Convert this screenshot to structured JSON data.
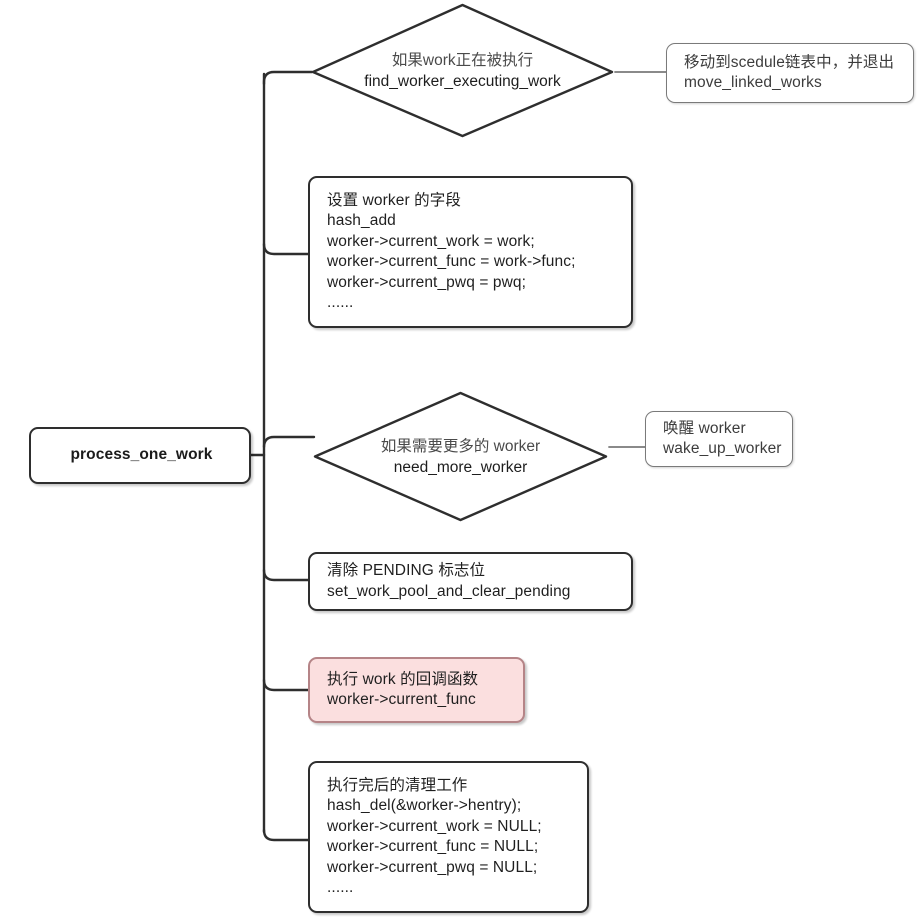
{
  "diagram": {
    "title": "process_one_work",
    "colors": {
      "node_border": "#2e2e2e",
      "node_fill": "#ffffff",
      "callout_border": "#7a7a7a",
      "highlight_fill": "#fbdfdf",
      "highlight_border": "#b58487",
      "wire": "#2e2e2e",
      "wire_thin": "#7a7a7a",
      "chinese_text": "#4a4a4a",
      "code_text": "#1d1d1d"
    }
  },
  "root": {
    "label": "process_one_work"
  },
  "branches": [
    {
      "id": "find-worker-executing-work",
      "shape": "diamond",
      "lines": [
        {
          "text": "如果work正在被执行",
          "kind": "cn"
        },
        {
          "text": "find_worker_executing_work",
          "kind": "code"
        }
      ],
      "callout": {
        "id": "move-linked-works",
        "lines": [
          {
            "text": "移动到scedule链表中，并退出",
            "kind": "cn"
          },
          {
            "text": "move_linked_works",
            "kind": "code"
          }
        ]
      }
    },
    {
      "id": "set-worker-fields",
      "shape": "box",
      "lines": [
        {
          "text": "设置 worker 的字段",
          "kind": "cn"
        },
        {
          "text": "hash_add",
          "kind": "code"
        },
        {
          "text": "worker->current_work = work;",
          "kind": "code"
        },
        {
          "text": "worker->current_func = work->func;",
          "kind": "code"
        },
        {
          "text": "worker->current_pwq = pwq;",
          "kind": "code"
        },
        {
          "text": "......",
          "kind": "dots"
        }
      ]
    },
    {
      "id": "need-more-worker",
      "shape": "diamond",
      "lines": [
        {
          "text": "如果需要更多的 worker",
          "kind": "cn"
        },
        {
          "text": "need_more_worker",
          "kind": "code"
        }
      ],
      "callout": {
        "id": "wake-up-worker",
        "lines": [
          {
            "text": "唤醒 worker",
            "kind": "cn"
          },
          {
            "text": "wake_up_worker",
            "kind": "code"
          }
        ]
      }
    },
    {
      "id": "clear-pending",
      "shape": "box",
      "lines": [
        {
          "text": "清除 PENDING 标志位",
          "kind": "cn"
        },
        {
          "text": "set_work_pool_and_clear_pending",
          "kind": "code"
        }
      ]
    },
    {
      "id": "run-callback",
      "shape": "box",
      "highlighted": true,
      "lines": [
        {
          "text": "执行 work 的回调函数",
          "kind": "cn"
        },
        {
          "text": "worker->current_func",
          "kind": "code"
        }
      ]
    },
    {
      "id": "cleanup",
      "shape": "box",
      "lines": [
        {
          "text": "执行完后的清理工作",
          "kind": "cn"
        },
        {
          "text": "hash_del(&worker->hentry);",
          "kind": "code"
        },
        {
          "text": "worker->current_work = NULL;",
          "kind": "code"
        },
        {
          "text": "worker->current_func = NULL;",
          "kind": "code"
        },
        {
          "text": "worker->current_pwq = NULL;",
          "kind": "code"
        },
        {
          "text": "......",
          "kind": "dots"
        }
      ]
    }
  ]
}
